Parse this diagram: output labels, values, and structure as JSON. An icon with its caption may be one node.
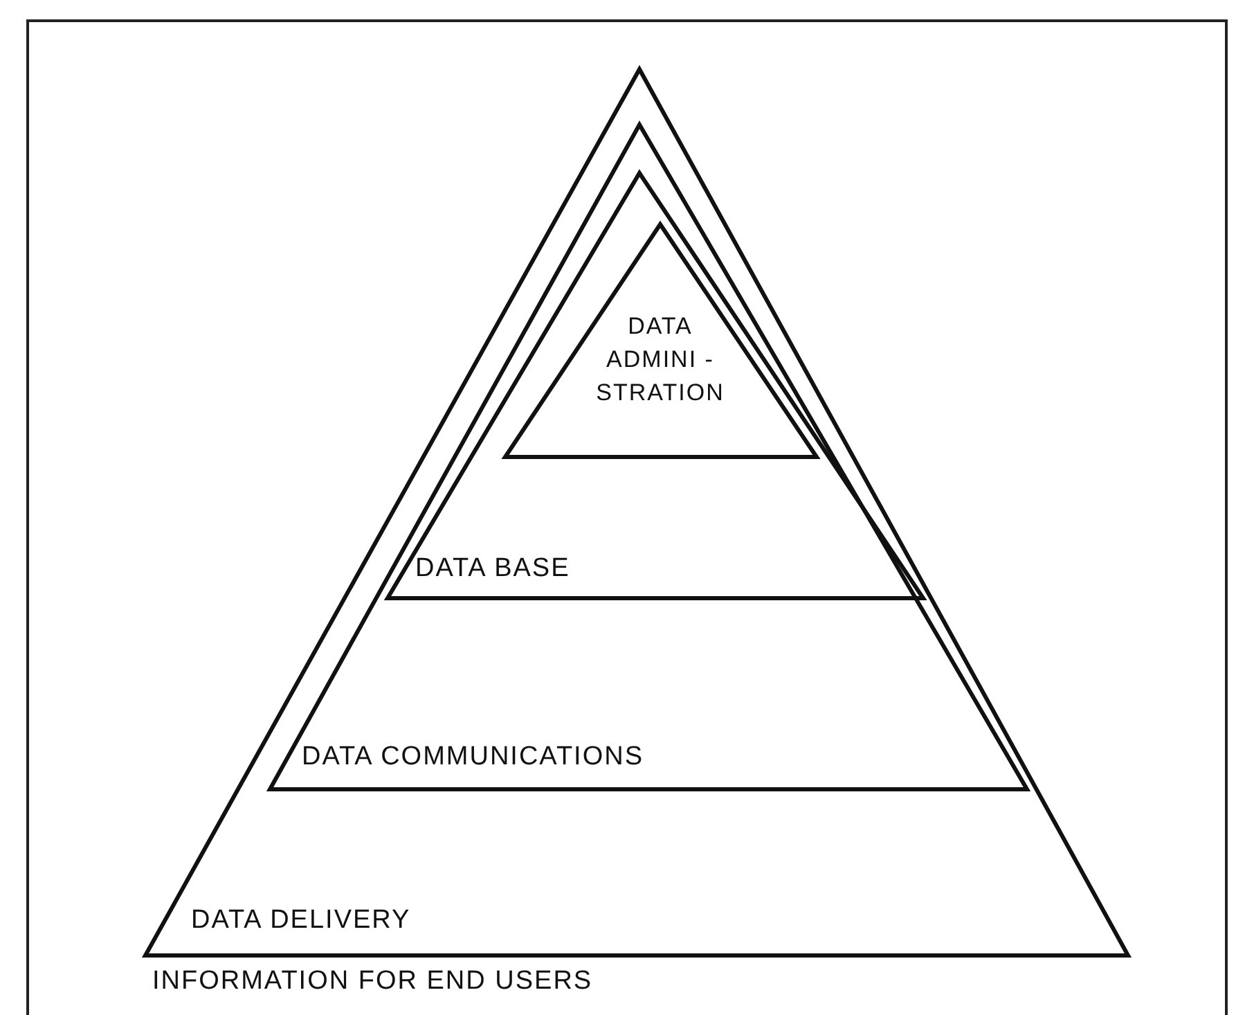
{
  "diagram": {
    "nodes": [
      {
        "text": [
          "DATA DELIVERY"
        ],
        "beside": [
          "INFORMATION FOR END USERS"
        ]
      },
      {
        "text": [
          "DATA COMMUNICATIONS"
        ],
        "in": 0
      },
      {
        "text": [
          "DATA BASE"
        ],
        "in": 1
      },
      {
        "text": [
          "DATA ADMINI - STRATION"
        ],
        "in": 2
      }
    ]
  }
}
